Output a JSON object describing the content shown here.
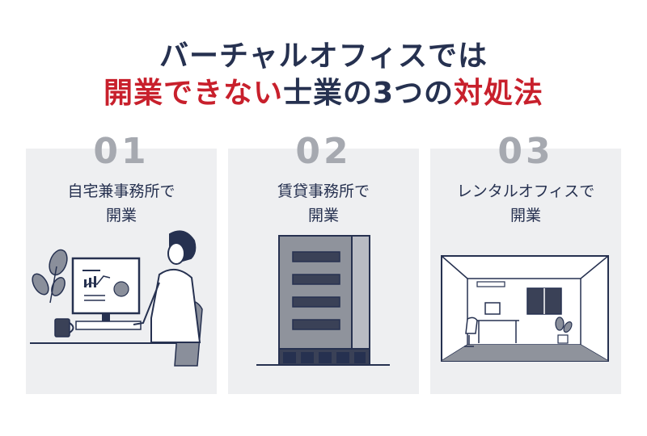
{
  "title": {
    "line1": "バーチャルオフィスでは",
    "line2_red_a": "開業できない",
    "line2_navy": "士業の3つの",
    "line2_red_b": "対処法"
  },
  "cards": [
    {
      "number": "01",
      "caption": "自宅兼事務所で\n開業",
      "illustration": "person-at-computer"
    },
    {
      "number": "02",
      "caption": "賃貸事務所で\n開業",
      "illustration": "office-building"
    },
    {
      "number": "03",
      "caption": "レンタルオフィスで\n開業",
      "illustration": "rental-office-room"
    }
  ],
  "colors": {
    "navy": "#263150",
    "red": "#c8202c",
    "card_bg": "#eeeff1",
    "number_gray": "#a6a9b0"
  }
}
